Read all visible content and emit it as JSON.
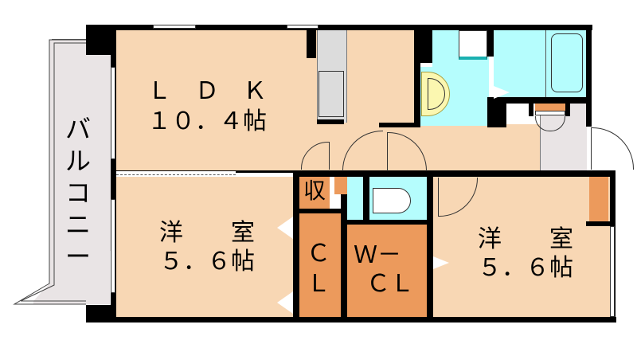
{
  "floorplan": {
    "rooms": [
      {
        "id": "ldk",
        "name": "ＬＤＫ",
        "label_line1": "Ｌ　Ｄ　Ｋ",
        "label_line2": "１０．４帖",
        "area_jo": 10.4
      },
      {
        "id": "western-room-left",
        "name": "洋室",
        "label_line1": "洋　　室",
        "label_line2": "５．６帖",
        "area_jo": 5.6
      },
      {
        "id": "western-room-right",
        "name": "洋室",
        "label_line1": "洋　　室",
        "label_line2": "５．６帖",
        "area_jo": 5.6
      },
      {
        "id": "closet",
        "name": "CL",
        "label_line1": "Ｃ",
        "label_line2": "Ｌ"
      },
      {
        "id": "walk-in-closet",
        "name": "W-CL",
        "label_line1": "Ｗ－",
        "label_line2": "ＣＬ"
      },
      {
        "id": "storage",
        "name": "収",
        "label": "収"
      },
      {
        "id": "balcony",
        "name": "バルコニー",
        "label": "バ\nル\nコ\nニ\nー"
      }
    ],
    "colors": {
      "living_floor": "#f8d7b4",
      "wet_area": "#b5fdfd",
      "storage": "#ec9a5c",
      "balcony": "#e9e4e5",
      "wall": "#000000",
      "sink": "#fbf7b0"
    }
  }
}
